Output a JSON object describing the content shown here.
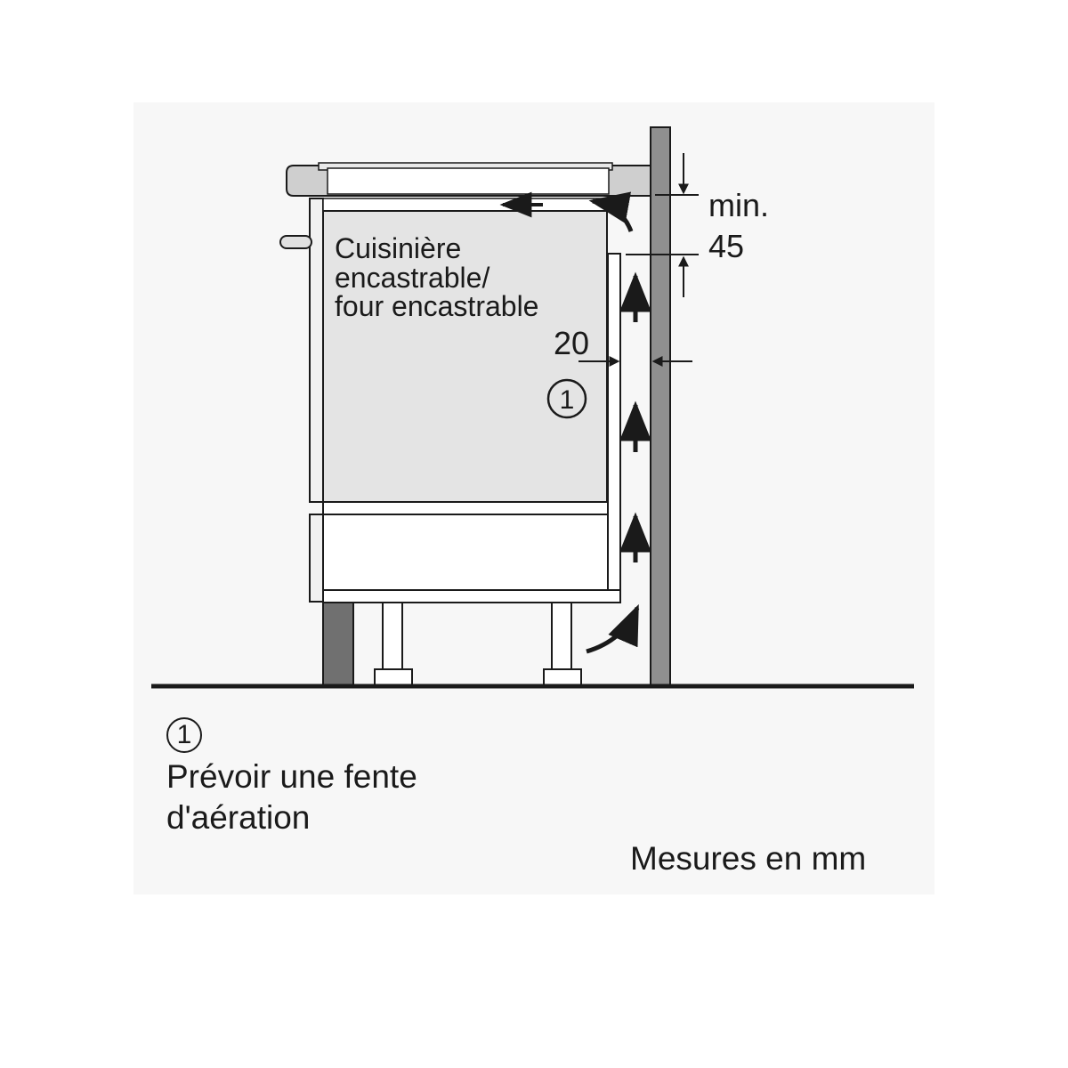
{
  "diagram": {
    "appliance_label_lines": [
      "Cuisinière",
      "encastrable/",
      "four encastrable"
    ],
    "dim_gap_side": "20",
    "dim_top_label": "min.",
    "dim_top_value": "45",
    "marker_one": "1"
  },
  "legend": {
    "marker": "1",
    "text": "Prévoir une fente d'aération"
  },
  "units_note": "Mesures en mm",
  "colors": {
    "appliance_fill": "#e4e4e4",
    "hob_fill": "#cfcfcf",
    "wall_fill": "#8f8f8f",
    "plinth_fill": "#707070",
    "stroke": "#1a1a1a"
  }
}
